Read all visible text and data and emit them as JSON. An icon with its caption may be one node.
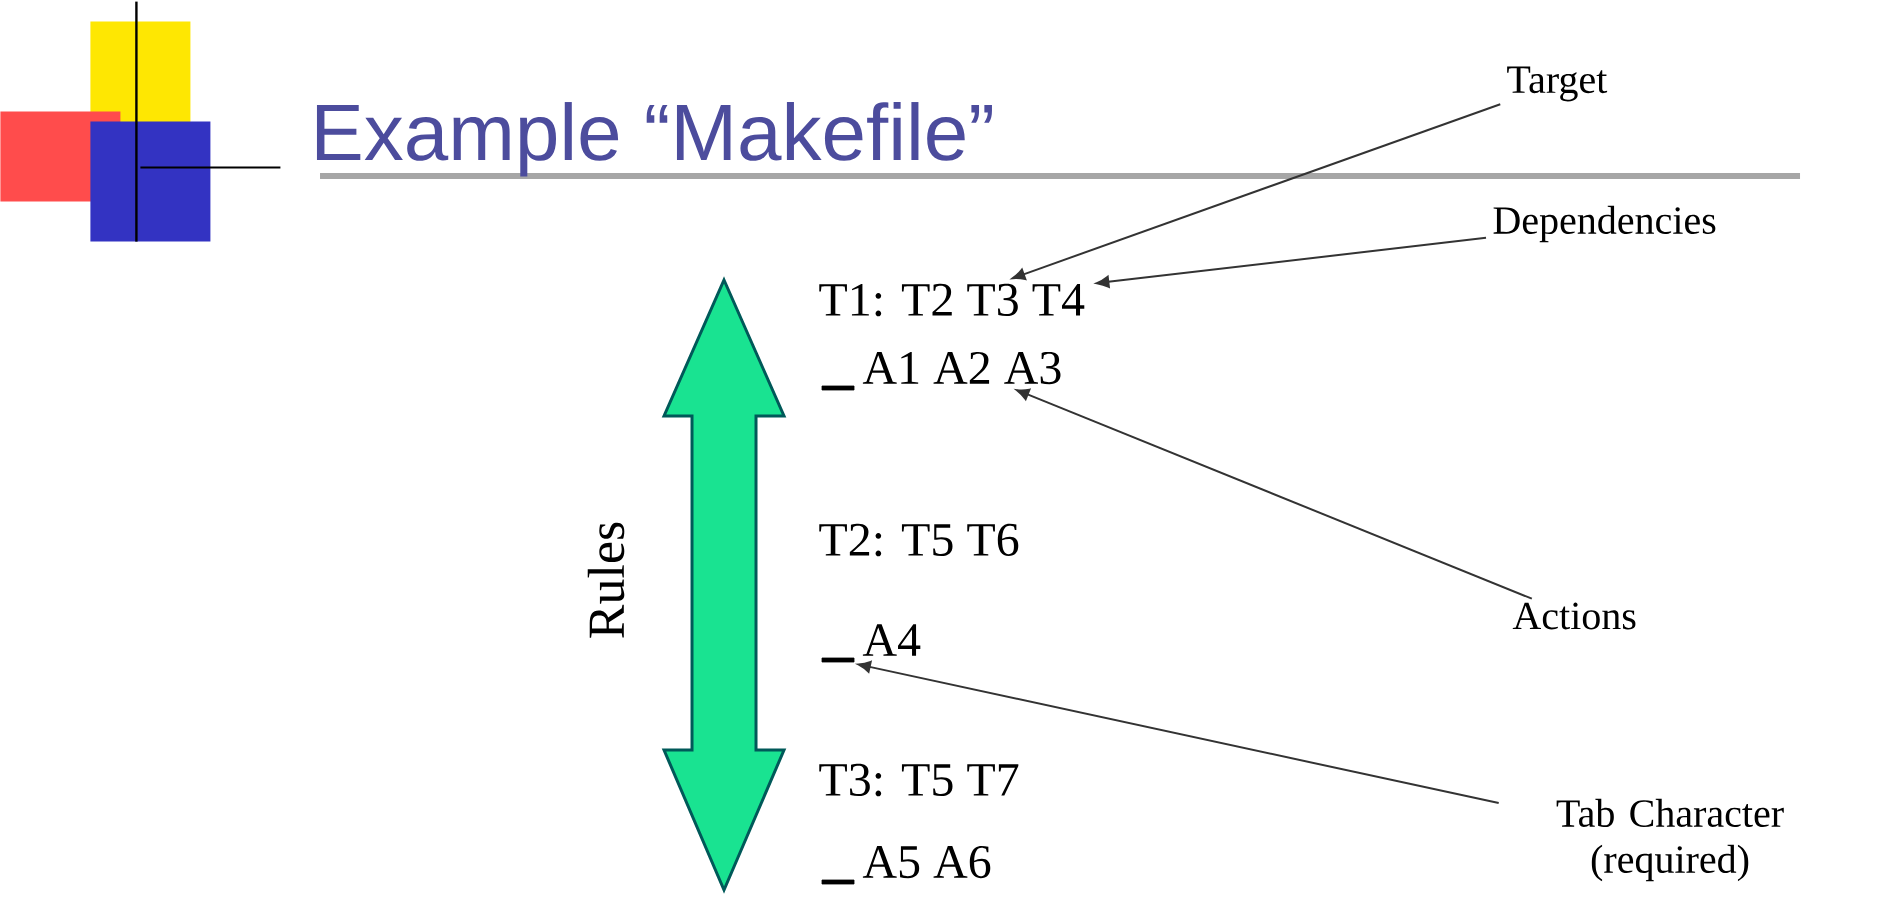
{
  "diagram": {
    "title": "Example “Makefile”",
    "nodes": [
      {
        "text": [
          "Target"
        ]
      },
      {
        "text": [
          "Dependencies"
        ]
      },
      {
        "text": [
          "T1: T2 T3 T4"
        ]
      },
      {
        "text": [],
        "shape": "bar"
      },
      {
        "text": [
          "A1 A2 A3"
        ]
      },
      {
        "text": [
          "T2: T5 T6"
        ]
      },
      {
        "text": [],
        "shape": "bar"
      },
      {
        "text": [
          "A4"
        ]
      },
      {
        "text": [
          "Actions"
        ]
      },
      {
        "text": [
          "T3: T5 T7"
        ]
      },
      {
        "text": [],
        "shape": "bar"
      },
      {
        "text": [
          "A5 A6"
        ]
      },
      {
        "text": [
          "Tab Character (required)"
        ]
      }
    ],
    "edges": [
      {
        "from": 0,
        "to": 2,
        "arrow": "to"
      },
      {
        "from": 1,
        "to": 2,
        "arrow": "to"
      },
      {
        "from": 8,
        "to": 4,
        "arrow": "to"
      },
      {
        "from": 12,
        "to": 6,
        "arrow": "to"
      }
    ],
    "labels": [
      "Rules"
    ]
  }
}
